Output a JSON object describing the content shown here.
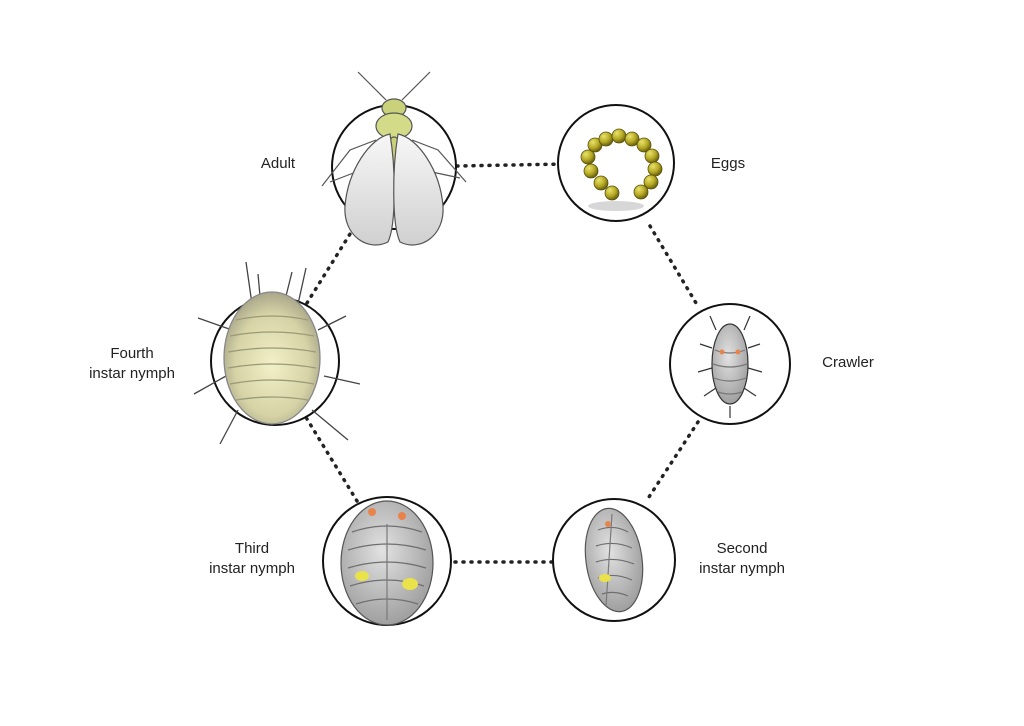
{
  "diagram": {
    "stages": {
      "adult": {
        "lines": [
          "Adult"
        ]
      },
      "eggs": {
        "lines": [
          "Eggs"
        ]
      },
      "crawler": {
        "lines": [
          "Crawler"
        ]
      },
      "second": {
        "lines": [
          "Second",
          "instar nymph"
        ]
      },
      "third": {
        "lines": [
          "Third",
          "instar nymph"
        ]
      },
      "fourth": {
        "lines": [
          "Fourth",
          "instar nymph"
        ]
      }
    }
  }
}
